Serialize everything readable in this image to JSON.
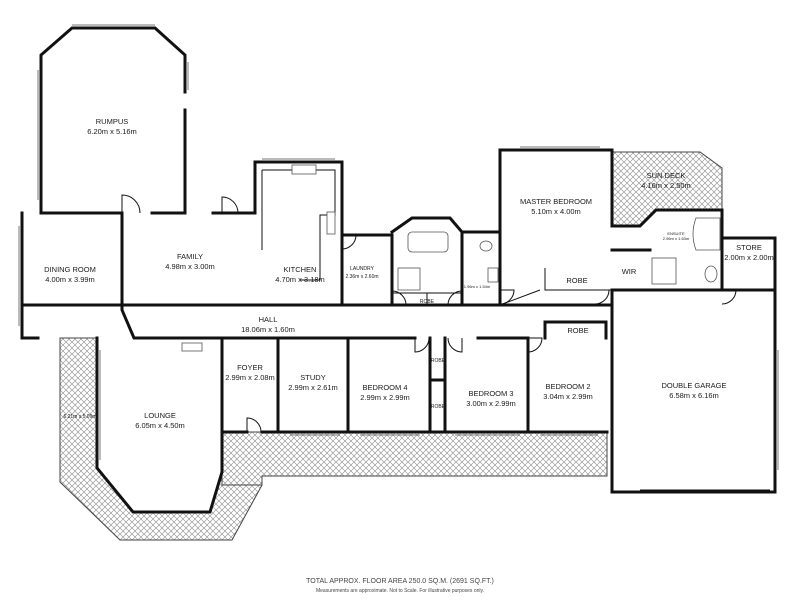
{
  "rooms": {
    "rumpus": {
      "name": "RUMPUS",
      "dims": "6.20m x 5.16m"
    },
    "dining": {
      "name": "DINING ROOM",
      "dims": "4.00m x 3.99m"
    },
    "family": {
      "name": "FAMILY",
      "dims": "4.98m x 3.00m"
    },
    "kitchen": {
      "name": "KITCHEN",
      "dims": "4.70m x 3.18m"
    },
    "laundry": {
      "name": "LAUNDRY",
      "dims": "2.36m x 2.60m"
    },
    "master": {
      "name": "MASTER BEDROOM",
      "dims": "5.10m x 4.00m"
    },
    "sundeck": {
      "name": "SUN DECK",
      "dims": "4.16m x 2.50m"
    },
    "ensuite": {
      "name": "ENSUITE",
      "dims": "2.96m x 1.63m"
    },
    "store": {
      "name": "STORE",
      "dims": "2.00m x 2.00m"
    },
    "wir": {
      "name": "WIR"
    },
    "bath_dims": "1.96m x 1.54m",
    "hall": {
      "name": "HALL",
      "dims": "18.06m x 1.60m"
    },
    "foyer": {
      "name": "FOYER",
      "dims": "2.99m x 2.08m"
    },
    "study": {
      "name": "STUDY",
      "dims": "2.99m x 2.61m"
    },
    "bed4": {
      "name": "BEDROOM 4",
      "dims": "2.99m x 2.99m"
    },
    "bed3": {
      "name": "BEDROOM 3",
      "dims": "3.00m x 2.99m"
    },
    "bed2": {
      "name": "BEDROOM 2",
      "dims": "3.04m x 2.99m"
    },
    "garage": {
      "name": "DOUBLE GARAGE",
      "dims": "6.58m x 6.16m"
    },
    "lounge": {
      "name": "LOUNGE",
      "dims": "6.05m x 4.50m"
    },
    "patio_dims": "6.21m x 5.09m"
  },
  "robes": {
    "bath": "ROBE",
    "master": "ROBE",
    "bed2": "ROBE",
    "bed34_top": "ROBE",
    "bed34_bottom": "ROBE"
  },
  "footer": {
    "area": "TOTAL APPROX. FLOOR AREA 250.0 SQ.M. (2691 SQ.FT.)",
    "disclaimer": "Measurements are approximate. Not to Scale. For illustrative purposes only."
  }
}
